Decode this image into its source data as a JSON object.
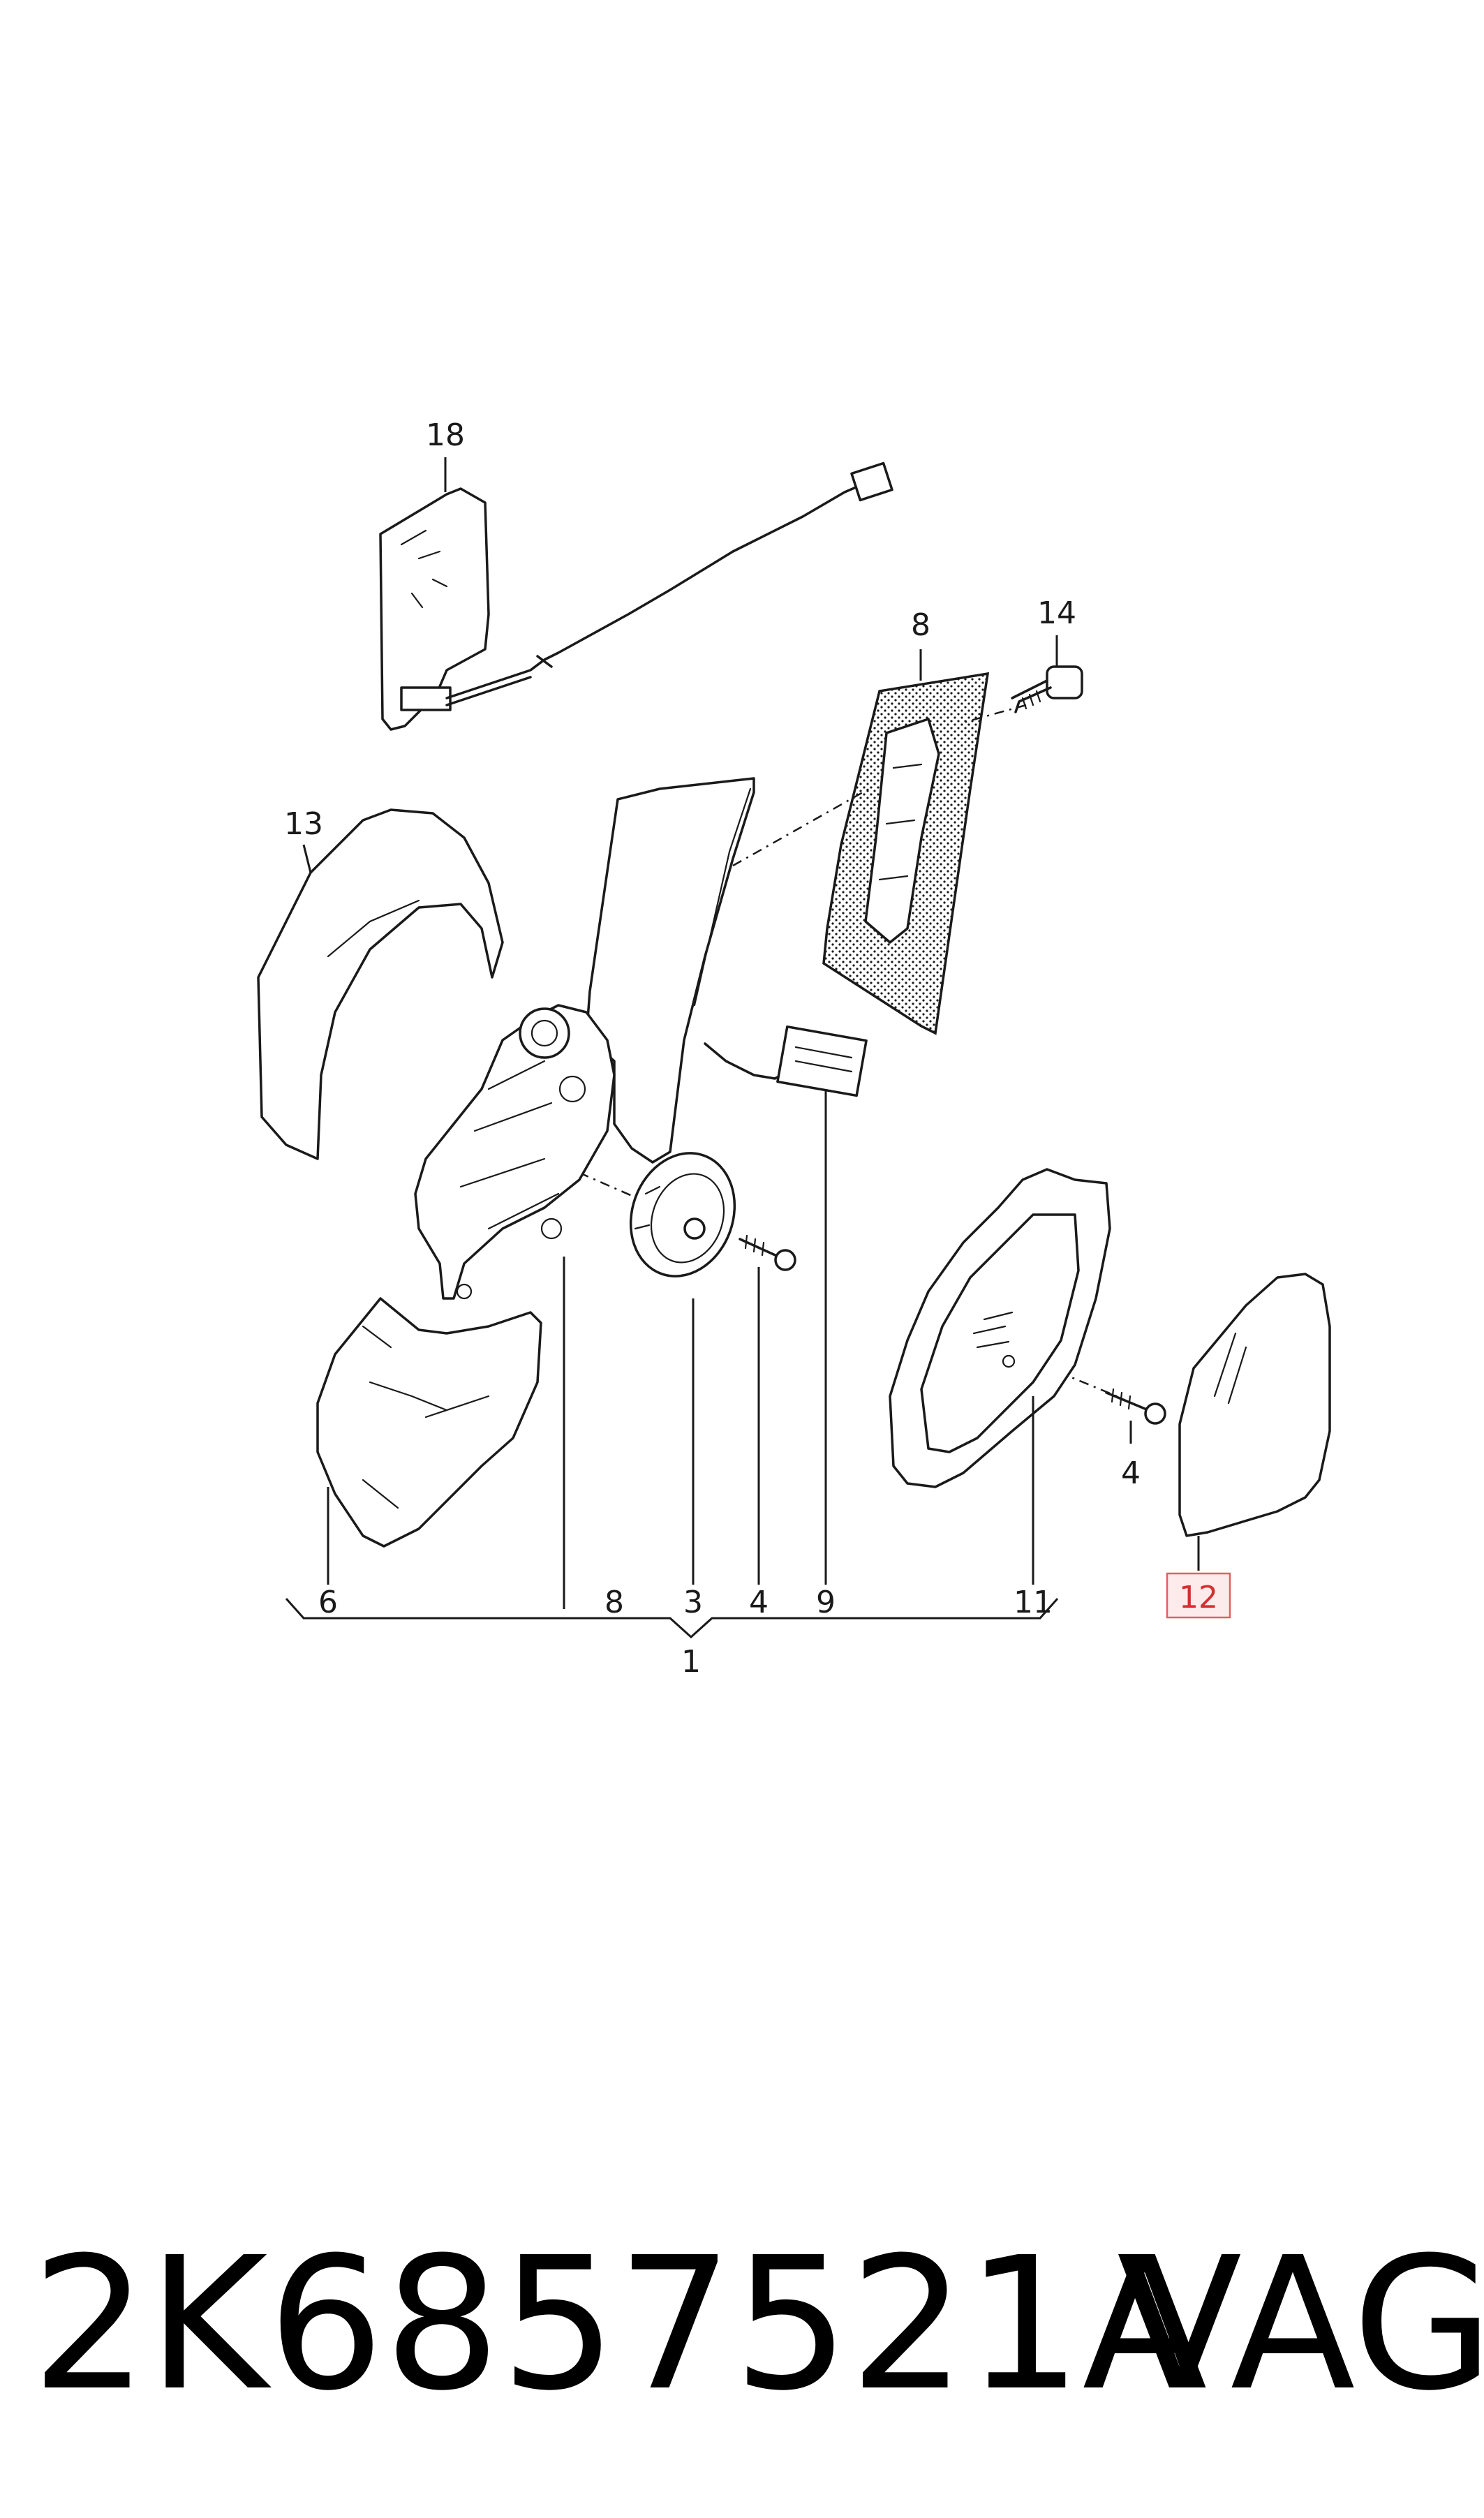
{
  "callouts": {
    "c18": "18",
    "c14": "14",
    "c8_top": "8",
    "c13": "13",
    "c6": "6",
    "c8_bottom": "8",
    "c3": "3",
    "c4_left": "4",
    "c9": "9",
    "c11": "11",
    "c4_right": "4",
    "c12": "12",
    "c1": "1"
  },
  "highlight": {
    "callout": "12",
    "color": "#e06060"
  },
  "footer": {
    "part_number": "2K6857521A",
    "brand": "VAG"
  }
}
